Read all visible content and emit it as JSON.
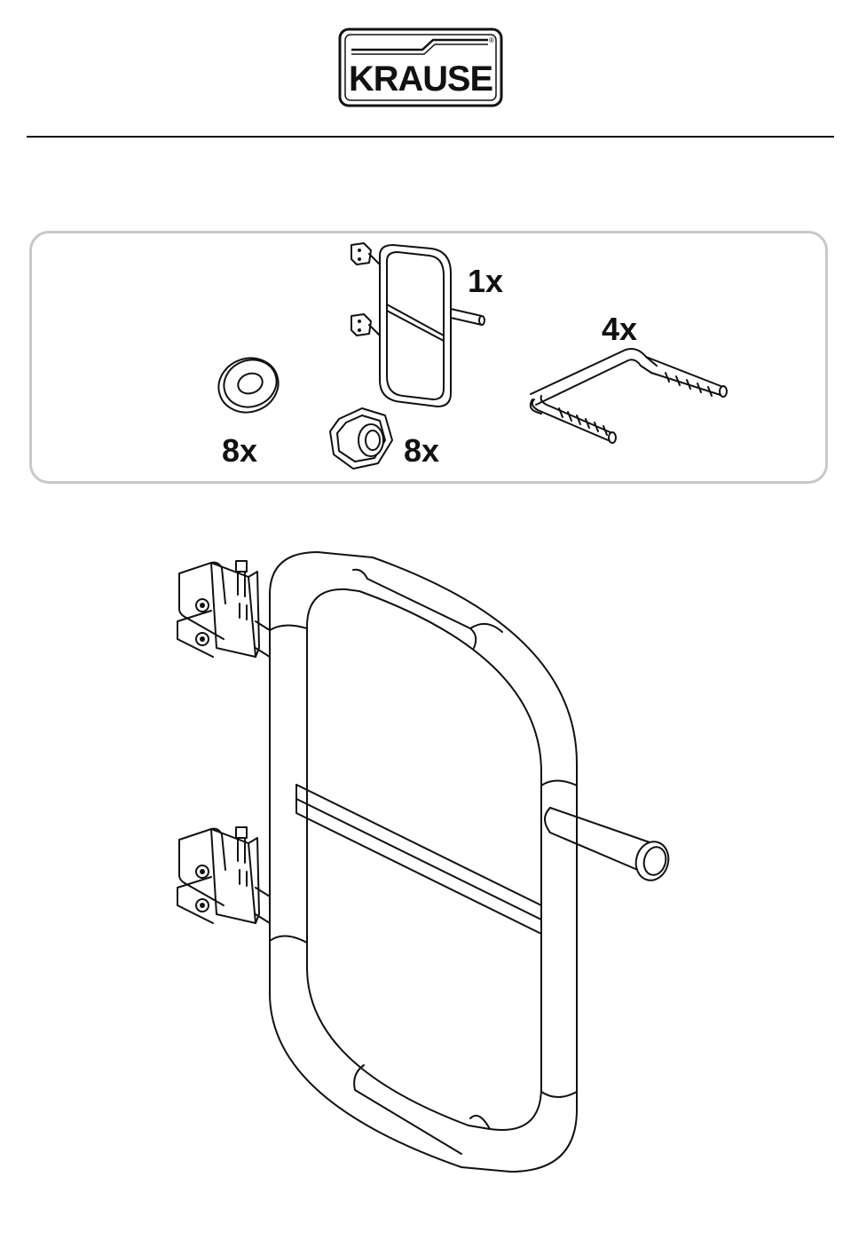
{
  "header": {
    "brand": "KRAUSE",
    "registered_mark": "®"
  },
  "parts": [
    {
      "name": "gate-frame",
      "quantity": "1x"
    },
    {
      "name": "u-bolt",
      "quantity": "4x"
    },
    {
      "name": "washer",
      "quantity": "8x"
    },
    {
      "name": "lock-nut",
      "quantity": "8x"
    }
  ]
}
